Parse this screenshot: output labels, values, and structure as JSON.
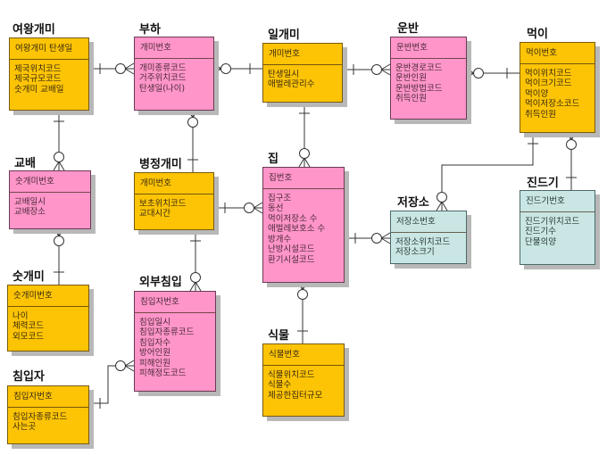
{
  "diagram": {
    "type": "ER diagram (crow's foot notation)",
    "colors": {
      "orange": "#fcc405",
      "pink": "#ff95c9",
      "cyan": "#c9e6e4",
      "line": "#333333"
    },
    "entities": [
      {
        "id": "queen",
        "name": "여왕개미",
        "color": "orange",
        "pk": "여왕개미 탄생일",
        "attributes": [
          "제국위치코드",
          "제국규모코드",
          "숫개미 교배일"
        ]
      },
      {
        "id": "subordinate",
        "name": "부하",
        "color": "pink",
        "pk": "개미번호",
        "attributes": [
          "개미종류코드",
          "거주위치코드",
          "탄생일(나이)"
        ]
      },
      {
        "id": "worker",
        "name": "일개미",
        "color": "orange",
        "pk": "개미번호",
        "attributes": [
          "탄생일시",
          "애벌레관리수"
        ]
      },
      {
        "id": "transport",
        "name": "운반",
        "color": "pink",
        "pk": "운반번호",
        "attributes": [
          "운반경로코드",
          "운반인원",
          "운반방법코드",
          "취득인원"
        ]
      },
      {
        "id": "food",
        "name": "먹이",
        "color": "orange",
        "pk": "먹이번호",
        "attributes": [
          "먹이위치코드",
          "먹이크기코드",
          "먹이양",
          "먹이저장소코드",
          "취득인원"
        ]
      },
      {
        "id": "mating",
        "name": "교배",
        "color": "pink",
        "pk": "숫개미번호",
        "attributes": [
          "교배일시",
          "교배장소"
        ]
      },
      {
        "id": "soldier",
        "name": "병정개미",
        "color": "orange",
        "pk": "개미번호",
        "attributes": [
          "보초위치코드",
          "교대시간"
        ]
      },
      {
        "id": "nest",
        "name": "집",
        "color": "pink",
        "pk": "집번호",
        "attributes": [
          "집구조",
          "동선",
          "먹이저장소 수",
          "애벌레보호소 수",
          "방개수",
          "난방시설코드",
          "환기시설코드"
        ]
      },
      {
        "id": "storage",
        "name": "저장소",
        "color": "cyan",
        "pk": "저장소번호",
        "attributes": [
          "저장소위치코드",
          "저장소크기"
        ]
      },
      {
        "id": "mite",
        "name": "진드기",
        "color": "cyan",
        "pk": "진드기번호",
        "attributes": [
          "진드기위치코드",
          "진드기수",
          "단물의양"
        ]
      },
      {
        "id": "male",
        "name": "숫개미",
        "color": "orange",
        "pk": "숫개미번호",
        "attributes": [
          "나이",
          "체력코드",
          "외모코드"
        ]
      },
      {
        "id": "invasion",
        "name": "외부침입",
        "color": "pink",
        "pk": "침입자번호",
        "attributes": [
          "침입일시",
          "침입자종류코드",
          "침입자수",
          "방어인원",
          "피해인원",
          "피해정도코드"
        ]
      },
      {
        "id": "plant",
        "name": "식물",
        "color": "orange",
        "pk": "식물번호",
        "attributes": [
          "식물위치코드",
          "식물수",
          "제공한집터규모"
        ]
      },
      {
        "id": "intruder",
        "name": "침입자",
        "color": "orange",
        "pk": "침입자번호",
        "attributes": [
          "침입자종류코드",
          "사는곳"
        ]
      }
    ],
    "relationships": [
      {
        "from": "queen",
        "to": "subordinate",
        "from_card": "one",
        "to_card": "zero-or-many"
      },
      {
        "from": "subordinate",
        "to": "worker",
        "from_card": "zero-or-many",
        "to_card": "one"
      },
      {
        "from": "worker",
        "to": "transport",
        "from_card": "one",
        "to_card": "zero-or-many"
      },
      {
        "from": "transport",
        "to": "food",
        "from_card": "zero-or-many",
        "to_card": "one"
      },
      {
        "from": "queen",
        "to": "mating",
        "from_card": "one",
        "to_card": "zero-or-many"
      },
      {
        "from": "mating",
        "to": "male",
        "from_card": "zero-or-many",
        "to_card": "one"
      },
      {
        "from": "subordinate",
        "to": "soldier",
        "from_card": "zero-or-many",
        "to_card": "one"
      },
      {
        "from": "worker",
        "to": "nest",
        "from_card": "one",
        "to_card": "zero-or-many"
      },
      {
        "from": "soldier",
        "to": "nest",
        "from_card": "one",
        "to_card": "zero-or-many"
      },
      {
        "from": "soldier",
        "to": "invasion",
        "from_card": "one",
        "to_card": "zero-or-many"
      },
      {
        "from": "nest",
        "to": "storage",
        "from_card": "one",
        "to_card": "zero-or-many"
      },
      {
        "from": "food",
        "to": "storage",
        "from_card": "one",
        "to_card": "zero-or-many"
      },
      {
        "from": "food",
        "to": "mite",
        "from_card": "zero-or-many",
        "to_card": "one"
      },
      {
        "from": "nest",
        "to": "plant",
        "from_card": "zero-or-many",
        "to_card": "one"
      },
      {
        "from": "intruder",
        "to": "invasion",
        "from_card": "one",
        "to_card": "zero-or-many"
      }
    ]
  }
}
